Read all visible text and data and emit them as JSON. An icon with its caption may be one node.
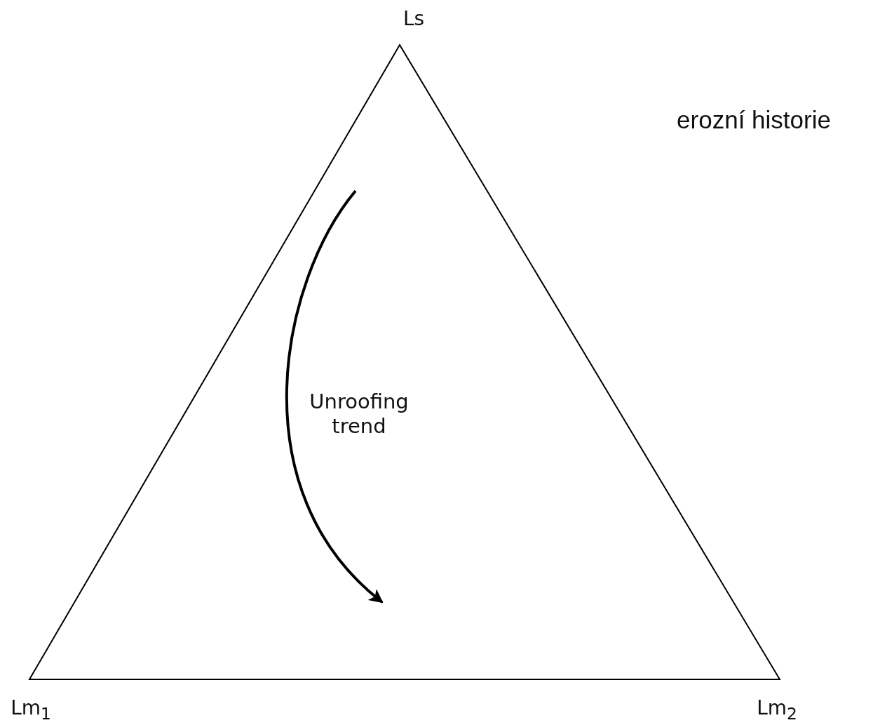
{
  "diagram": {
    "labels": [
      "Ls",
      "erozní historie",
      "Unroofing trend",
      "Lm$_{1}$",
      "Lm$_{2}$"
    ]
  }
}
